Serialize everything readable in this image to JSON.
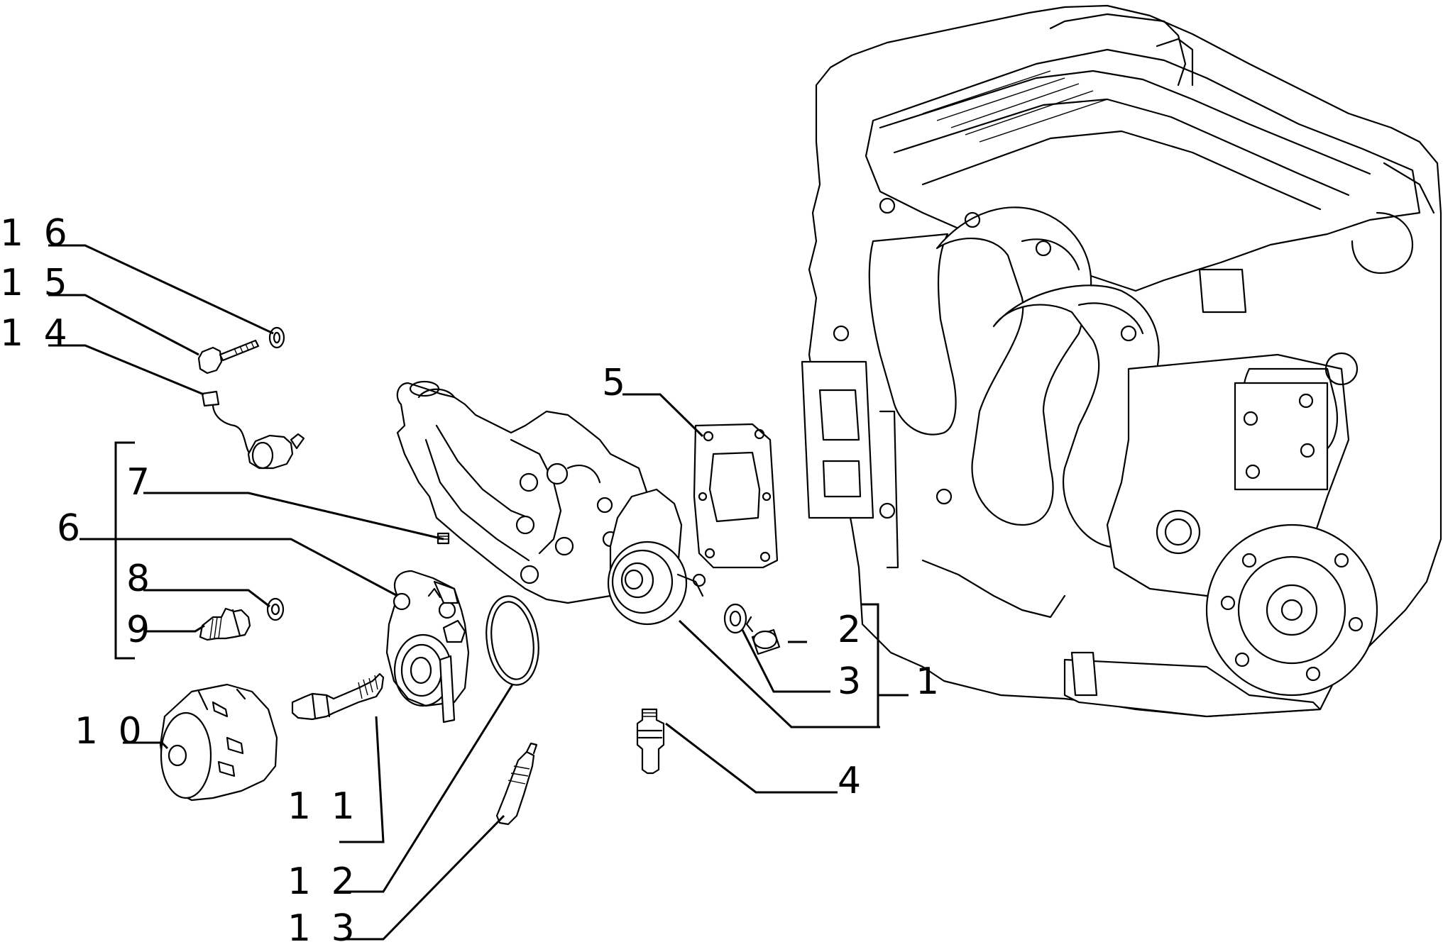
{
  "callouts": [
    {
      "id": "1",
      "text": "1"
    },
    {
      "id": "2",
      "text": "2"
    },
    {
      "id": "3",
      "text": "3"
    },
    {
      "id": "4",
      "text": "4"
    },
    {
      "id": "5",
      "text": "5"
    },
    {
      "id": "6",
      "text": "6"
    },
    {
      "id": "7",
      "text": "7"
    },
    {
      "id": "8",
      "text": "8"
    },
    {
      "id": "9",
      "text": "9"
    },
    {
      "id": "10",
      "text": "1 0"
    },
    {
      "id": "11",
      "text": "1 1"
    },
    {
      "id": "12",
      "text": "1 2"
    },
    {
      "id": "13",
      "text": "1 3"
    },
    {
      "id": "14",
      "text": "1 4"
    },
    {
      "id": "15",
      "text": "1 5"
    },
    {
      "id": "16",
      "text": "1 6"
    }
  ]
}
